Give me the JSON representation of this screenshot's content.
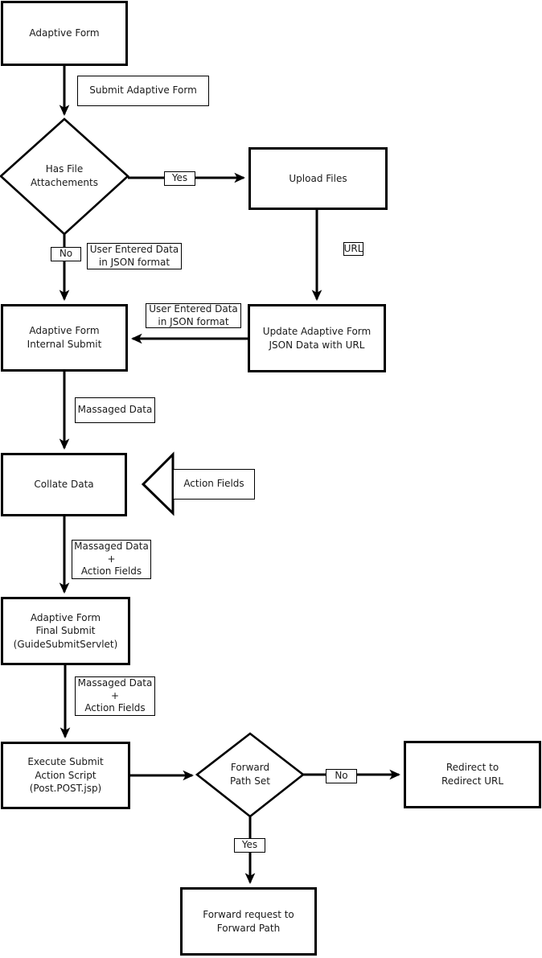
{
  "nodes": {
    "adaptive_form": "Adaptive Form",
    "upload_files": "Upload Files",
    "update_adaptive_form_json": "Update Adaptive Form\nJSON Data with URL",
    "adaptive_form_internal_submit": "Adaptive Form\nInternal Submit",
    "collate_data": "Collate Data",
    "adaptive_form_final_submit": "Adaptive Form\nFinal Submit\n(GuideSubmitServlet)",
    "execute_submit_action_script": "Execute Submit\nAction Script\n(Post.POST.jsp)",
    "redirect_to_redirect_url": "Redirect to\nRedirect URL",
    "forward_request_to_forward_path": "Forward request to\nForward Path"
  },
  "decisions": {
    "has_file_attachements": "Has File\nAttachements",
    "forward_path_set": "Forward\nPath Set"
  },
  "edge_labels": {
    "submit_adaptive_form": "Submit Adaptive Form",
    "yes_top": "Yes",
    "no_top": "No",
    "user_entered_data_1": "User Entered Data\nin JSON format",
    "url": "URL",
    "user_entered_data_2": "User Entered Data\nin JSON format",
    "massaged_data": "Massaged Data",
    "action_fields": "Action Fields",
    "massaged_data_plus_action_fields_1": "Massaged Data\n+\nAction Fields",
    "massaged_data_plus_action_fields_2": "Massaged Data\n+\nAction Fields",
    "no_bottom": "No",
    "yes_bottom": "Yes"
  },
  "colors": {
    "stroke": "#000000",
    "background": "#ffffff"
  }
}
